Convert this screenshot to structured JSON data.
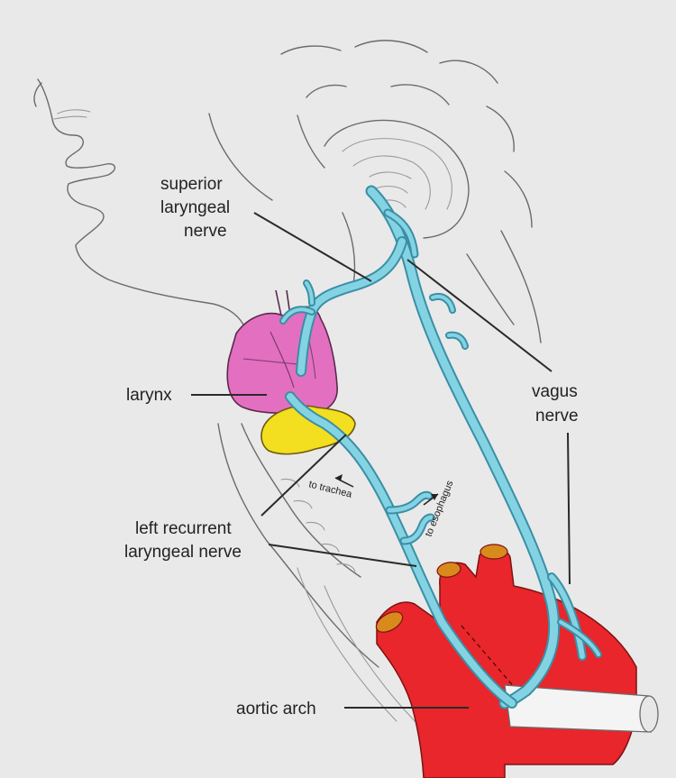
{
  "labels": {
    "superior_1": "superior",
    "superior_2": "laryngeal",
    "superior_3": "nerve",
    "larynx": "larynx",
    "vagus_1": "vagus",
    "vagus_2": "nerve",
    "left_recurrent_1": "left recurrent",
    "left_recurrent_2": "laryngeal nerve",
    "aortic_arch": "aortic arch",
    "to_trachea": "to trachea",
    "to_esophagus": "to esophagus"
  },
  "colors": {
    "background": "#e9e9e9",
    "nerve": "#7fd0e2",
    "larynx": "#e36fc0",
    "thyroid": "#f3de1f",
    "aorta": "#e8262b"
  }
}
